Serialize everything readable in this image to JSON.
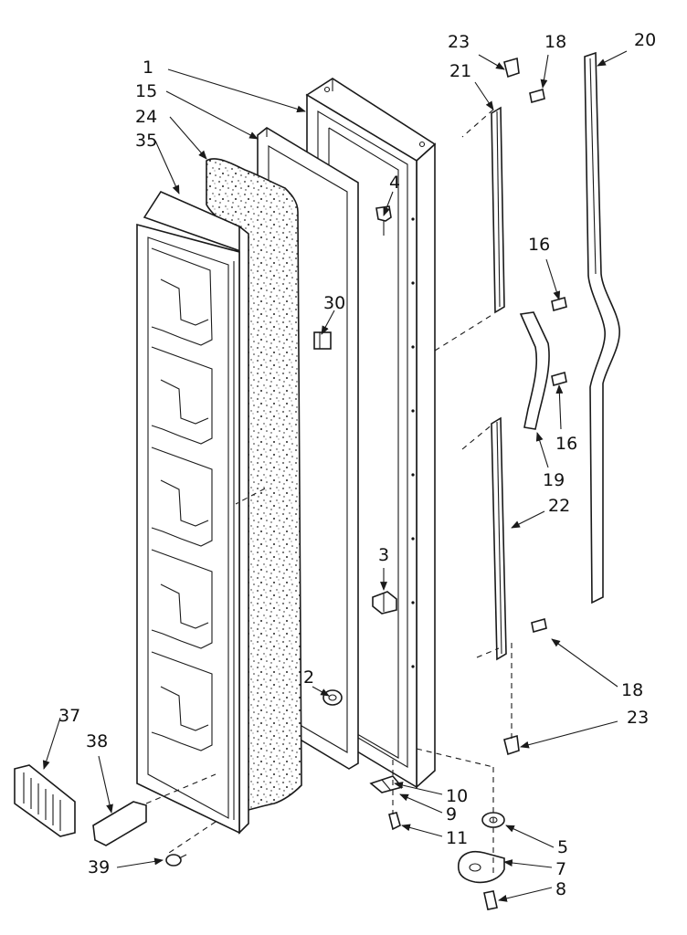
{
  "labels": {
    "l1": "1",
    "l15": "15",
    "l24": "24",
    "l35": "35",
    "l23a": "23",
    "l21": "21",
    "l18a": "18",
    "l20": "20",
    "l4": "4",
    "l30": "30",
    "l16a": "16",
    "l16b": "16",
    "l19": "19",
    "l22": "22",
    "l3": "3",
    "l18b": "18",
    "l23b": "23",
    "l2": "2",
    "l10": "10",
    "l9": "9",
    "l11": "11",
    "l5": "5",
    "l7": "7",
    "l8": "8",
    "l37": "37",
    "l38": "38",
    "l39": "39"
  }
}
